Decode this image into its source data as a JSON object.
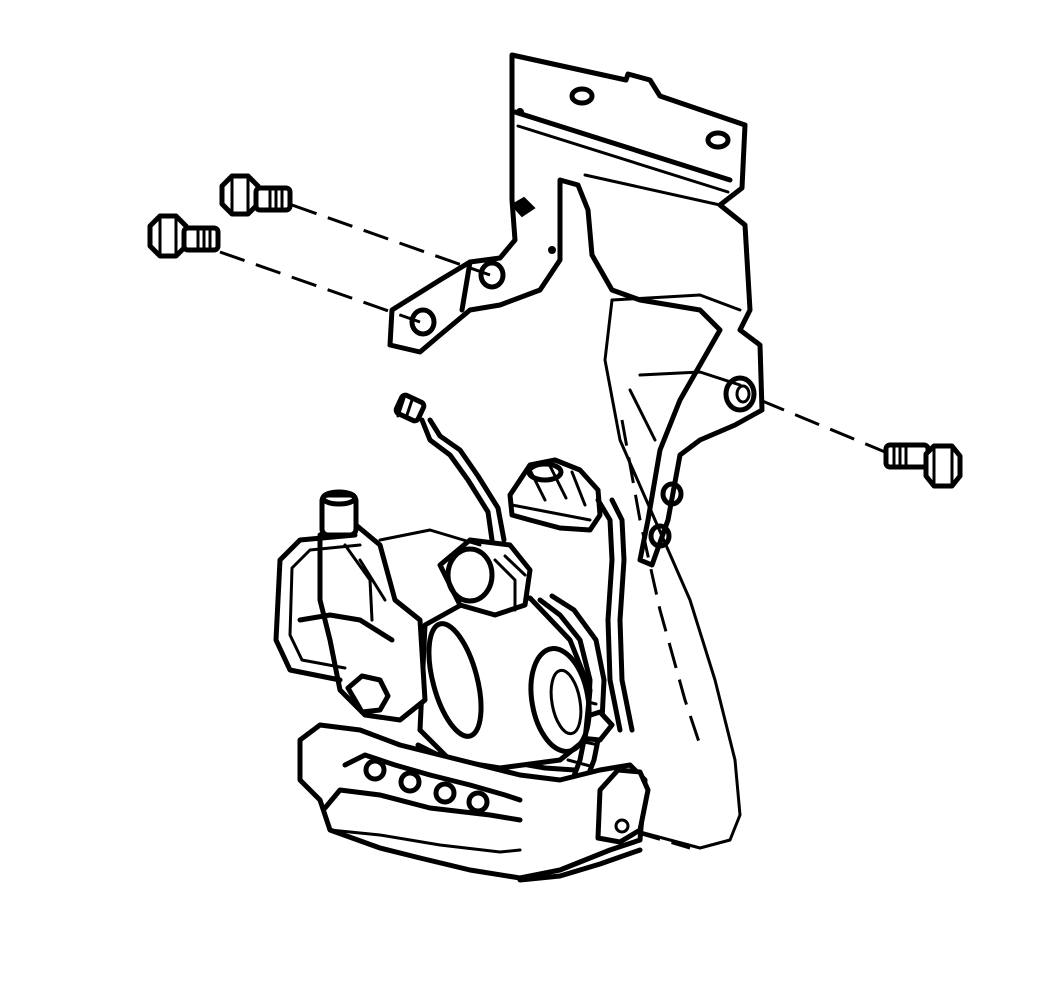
{
  "diagram": {
    "kind": "exploded assembly line drawing",
    "line_color": "#000000",
    "background_color": "#ffffff",
    "parts": [
      {
        "id": "mounting-bracket",
        "kind": "bracket"
      },
      {
        "id": "upper-left-bolt",
        "kind": "bolt"
      },
      {
        "id": "lower-left-bolt",
        "kind": "bolt"
      },
      {
        "id": "right-bolt",
        "kind": "bolt"
      },
      {
        "id": "compressor-assembly",
        "kind": "motor-assembly"
      },
      {
        "id": "wiring-harness",
        "kind": "harness"
      },
      {
        "id": "electrical-connector",
        "kind": "connector"
      },
      {
        "id": "air-line-fitting",
        "kind": "fitting"
      }
    ],
    "callouts": []
  }
}
